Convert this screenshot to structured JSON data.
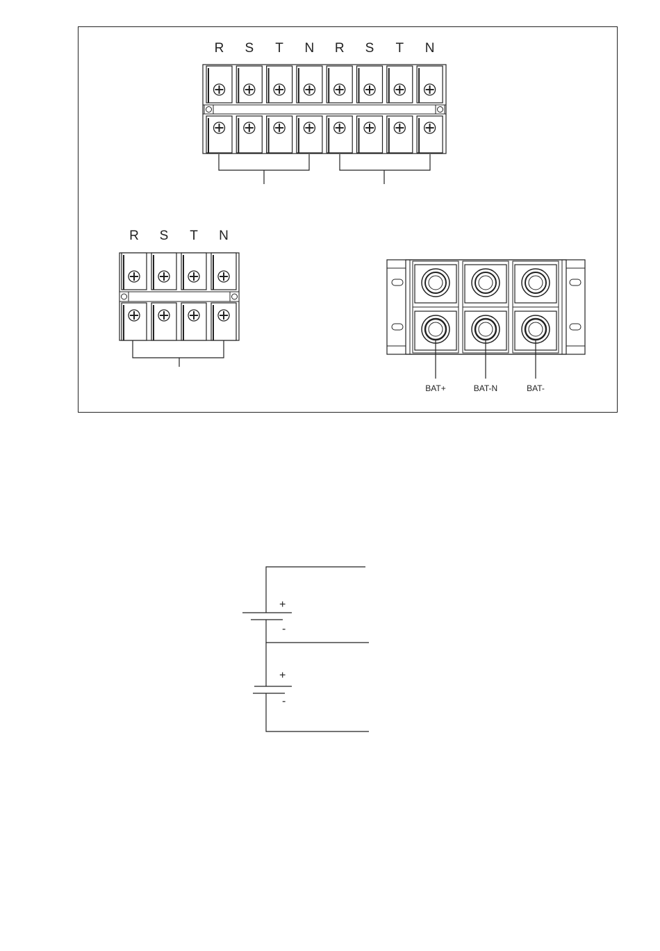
{
  "terminal_block_1": {
    "labels": [
      "R",
      "S",
      "T",
      "N",
      "R",
      "S",
      "T",
      "N"
    ]
  },
  "terminal_block_2": {
    "labels": [
      "R",
      "S",
      "T",
      "N"
    ]
  },
  "battery_terminal": {
    "labels": [
      "BAT+",
      "BAT-N",
      "BAT-"
    ]
  },
  "battery_diagram": {
    "upper_battery": {
      "plus": "+",
      "minus": "-"
    },
    "lower_battery": {
      "plus": "+",
      "minus": "-"
    }
  }
}
